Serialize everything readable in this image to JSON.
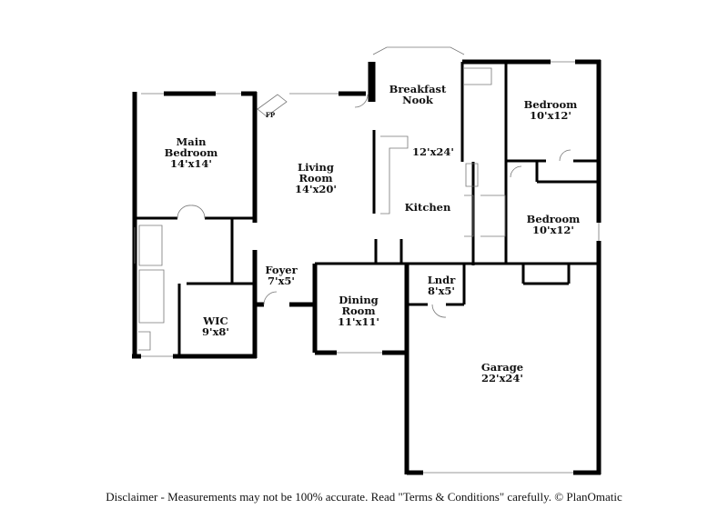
{
  "plan": {
    "rooms": {
      "main_bedroom": {
        "name1": "Main",
        "name2": "Bedroom",
        "size": "14'x14'"
      },
      "living_room": {
        "name1": "Living",
        "name2": "Room",
        "size": "14'x20'"
      },
      "breakfast_nook": {
        "name1": "Breakfast",
        "name2": "Nook"
      },
      "kitchen": {
        "name": "Kitchen",
        "size": "12'x24'"
      },
      "bedroom_1": {
        "name": "Bedroom",
        "size": "10'x12'"
      },
      "bedroom_2": {
        "name": "Bedroom",
        "size": "10'x12'"
      },
      "foyer": {
        "name": "Foyer",
        "size": "7'x5'"
      },
      "dining_room": {
        "name1": "Dining",
        "name2": "Room",
        "size": "11'x11'"
      },
      "laundry": {
        "name": "Lndr",
        "size": "8'x5'"
      },
      "wic": {
        "name": "WIC",
        "size": "9'x8'"
      },
      "garage": {
        "name": "Garage",
        "size": "22'x24'"
      }
    },
    "fireplace_label": "FP"
  },
  "footer": {
    "disclaimer": "Disclaimer - Measurements may not be 100% accurate. Read \"Terms & Conditions\" carefully. © PlanOmatic"
  }
}
